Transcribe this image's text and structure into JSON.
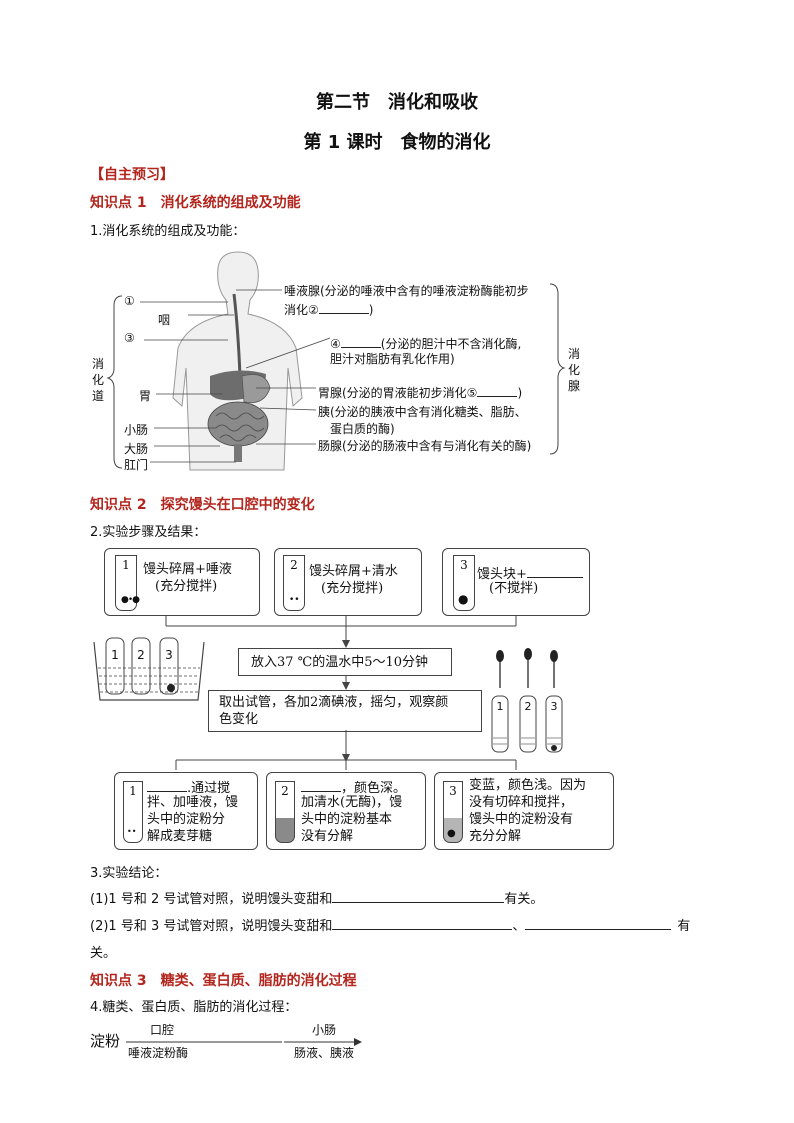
{
  "title": "第二节　消化和吸收",
  "subtitle": "第 1 课时　食物的消化",
  "section_tag": "【自主预习】",
  "kp1": {
    "heading": "知识点 1　消化系统的组成及功能",
    "q1": "1.消化系统的组成及功能：",
    "labels": {
      "blank1": "①",
      "pharynx": "咽",
      "blank3": "③",
      "stomach": "胃",
      "small_intestine": "小肠",
      "large_intestine": "大肠",
      "anus": "肛门",
      "tract_side": "消化道",
      "gland_side": "消化腺",
      "saliva_l1": "唾液腺(分泌的唾液中含有的唾液淀粉酶能初步",
      "saliva_l2a": "消化②",
      "saliva_l2b": ")",
      "liver_a": "④",
      "liver_b": "(分泌的胆汁中不含消化酶,",
      "liver_l2": "胆汁对脂肪有乳化作用)",
      "gastric_a": "胃腺(分泌的胃液能初步消化⑤",
      "gastric_b": ")",
      "pancreas_l1": "胰(分泌的胰液中含有消化糖类、脂肪、",
      "pancreas_l2": "蛋白质的酶)",
      "intestinal": "肠腺(分泌的肠液中含有与消化有关的酶)"
    }
  },
  "kp2": {
    "heading": "知识点 2　探究馒头在口腔中的变化",
    "q2": "2.实验步骤及结果：",
    "top_boxes": [
      {
        "num": "1",
        "l1": "馒头碎屑+唾液",
        "l2": "(充分搅拌)"
      },
      {
        "num": "2",
        "l1": "馒头碎屑+清水",
        "l2": "(充分搅拌)"
      },
      {
        "num": "3",
        "l1": "馒头块+",
        "l2": "(不搅拌)"
      }
    ],
    "step_water": "放入37 ℃的温水中5～10分钟",
    "step_iodine_l1": "取出试管，各加2滴碘液，摇匀，观察颜",
    "step_iodine_l2": "色变化",
    "beaker_nums": [
      "1",
      "2",
      "3"
    ],
    "small_tube_nums": [
      "1",
      "2",
      "3"
    ],
    "result_boxes": [
      {
        "num": "1",
        "l1": ".通过搅",
        "l2": "拌、加唾液，馒",
        "l3": "头中的淀粉分",
        "l4": "解成麦芽糖"
      },
      {
        "num": "2",
        "l1": "，颜色深。",
        "l2": "加清水(无酶)，馒",
        "l3": "头中的淀粉基本",
        "l4": "没有分解"
      },
      {
        "num": "3",
        "l1": "变蓝，颜色浅。因为",
        "l2": "没有切碎和搅拌，",
        "l3": "馒头中的淀粉没有",
        "l4": "充分分解"
      }
    ]
  },
  "kp2_conclusion": {
    "q3": "3.实验结论：",
    "c1a": "(1)1 号和 2 号试管对照，说明馒头变甜和",
    "c1b": "有关。",
    "c2a": "(2)1 号和 3 号试管对照，说明馒头变甜和",
    "c2sep": "、",
    "c2b": "有",
    "c2c": "关。"
  },
  "kp3": {
    "heading": "知识点 3　糖类、蛋白质、脂肪的消化过程",
    "q4": "4.糖类、蛋白质、脂肪的消化过程：",
    "starch": "淀粉",
    "arrow1_top": "口腔",
    "arrow1_bottom": "唾液淀粉酶",
    "arrow2_top": "小肠",
    "arrow2_bottom": "肠液、胰液"
  },
  "colors": {
    "heading_red": "#b3261e",
    "line": "#444444"
  }
}
